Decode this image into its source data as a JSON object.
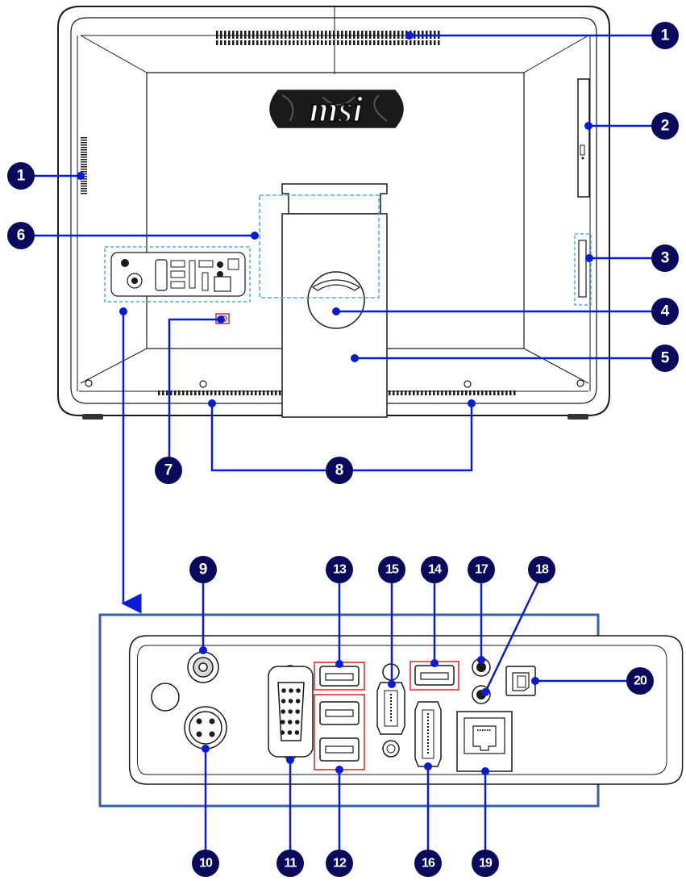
{
  "brand_logo": "msi",
  "colors": {
    "leader": "#0a1bd6",
    "badge_fill": "#0a0a5c",
    "badge_text": "#ffffff",
    "dashed_highlight": "#3fb3e0",
    "port_highlight": "#e02020",
    "panel_border": "#3a5fa8",
    "outline": "#1a1a1a"
  },
  "callouts": [
    {
      "id": "c1a",
      "label": "1",
      "points_to": "top vent"
    },
    {
      "id": "c1b",
      "label": "1",
      "points_to": "side vent"
    },
    {
      "id": "c2",
      "label": "2",
      "points_to": "optical drive"
    },
    {
      "id": "c3",
      "label": "3",
      "points_to": "card reader"
    },
    {
      "id": "c4",
      "label": "4",
      "points_to": "stand screw"
    },
    {
      "id": "c5",
      "label": "5",
      "points_to": "stand"
    },
    {
      "id": "c6",
      "label": "6",
      "points_to": "cover area"
    },
    {
      "id": "c7",
      "label": "7",
      "points_to": "kensington lock"
    },
    {
      "id": "c8",
      "label": "8",
      "points_to": "speakers"
    },
    {
      "id": "c9",
      "label": "9",
      "points_to": "tv antenna"
    },
    {
      "id": "c10",
      "label": "10",
      "points_to": "power jack"
    },
    {
      "id": "c11",
      "label": "11",
      "points_to": "vga port"
    },
    {
      "id": "c12",
      "label": "12",
      "points_to": "usb ports"
    },
    {
      "id": "c13",
      "label": "13",
      "points_to": "usb port"
    },
    {
      "id": "c14",
      "label": "14",
      "points_to": "usb port"
    },
    {
      "id": "c15",
      "label": "15",
      "points_to": "hdmi out"
    },
    {
      "id": "c16",
      "label": "16",
      "points_to": "hdmi in"
    },
    {
      "id": "c17",
      "label": "17",
      "points_to": "audio jack"
    },
    {
      "id": "c18",
      "label": "18",
      "points_to": "audio jack"
    },
    {
      "id": "c19",
      "label": "19",
      "points_to": "rj45 lan"
    },
    {
      "id": "c20",
      "label": "20",
      "points_to": "spdif"
    }
  ]
}
